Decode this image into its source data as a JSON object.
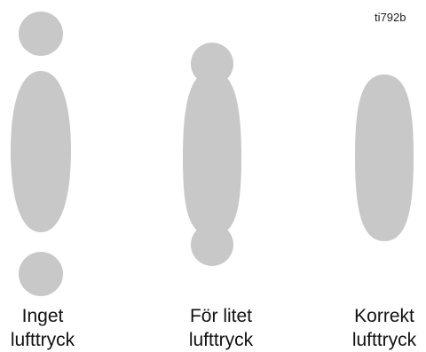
{
  "figure_id": "ti792b",
  "panels": [
    {
      "label_line1": "Inget",
      "label_line2": "lufttryck"
    },
    {
      "label_line1": "För litet",
      "label_line2": "lufttryck"
    },
    {
      "label_line1": "Korrekt",
      "label_line2": "lufttryck"
    }
  ],
  "colors": {
    "pattern": "#c8c8c8",
    "text": "#111111",
    "background": "#ffffff"
  }
}
